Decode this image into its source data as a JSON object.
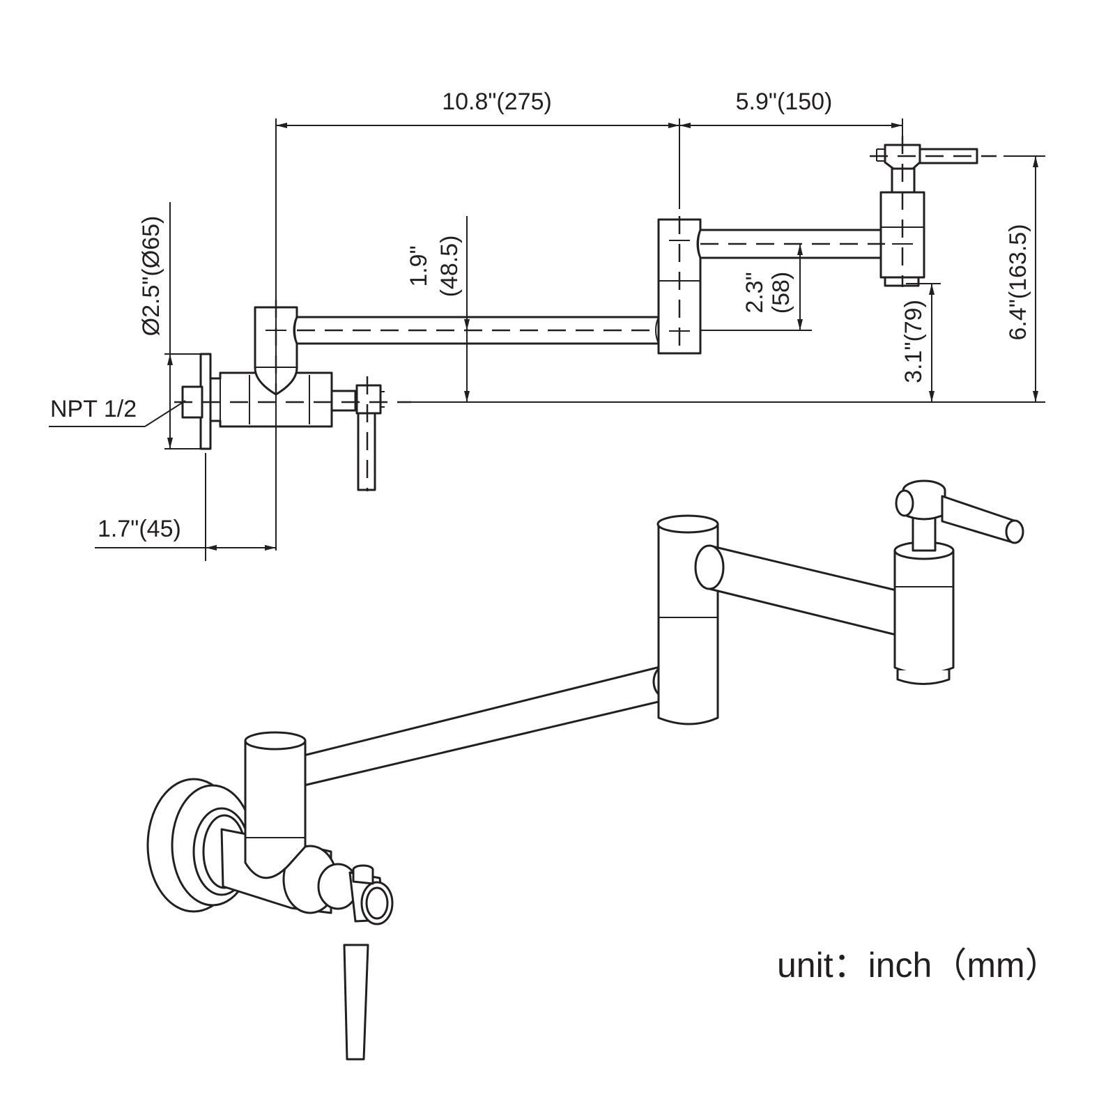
{
  "dimensions": {
    "length_arm_1": "10.8\"(275)",
    "length_arm_2": "5.9\"(150)",
    "flange_diameter": "Ø2.5\"(Ø65)",
    "thread": "NPT 1/2",
    "wall_offset": "1.7\"(45)",
    "rise_1_in": "1.9\"",
    "rise_1_mm": "(48.5)",
    "rise_2_in": "2.3\"",
    "rise_2_mm": "(58)",
    "spout_height": "3.1\"(79)",
    "total_height": "6.4\"(163.5)"
  },
  "unit_label": "unit：inch（mm）",
  "colors": {
    "line": "#231f20",
    "background": "#ffffff"
  }
}
